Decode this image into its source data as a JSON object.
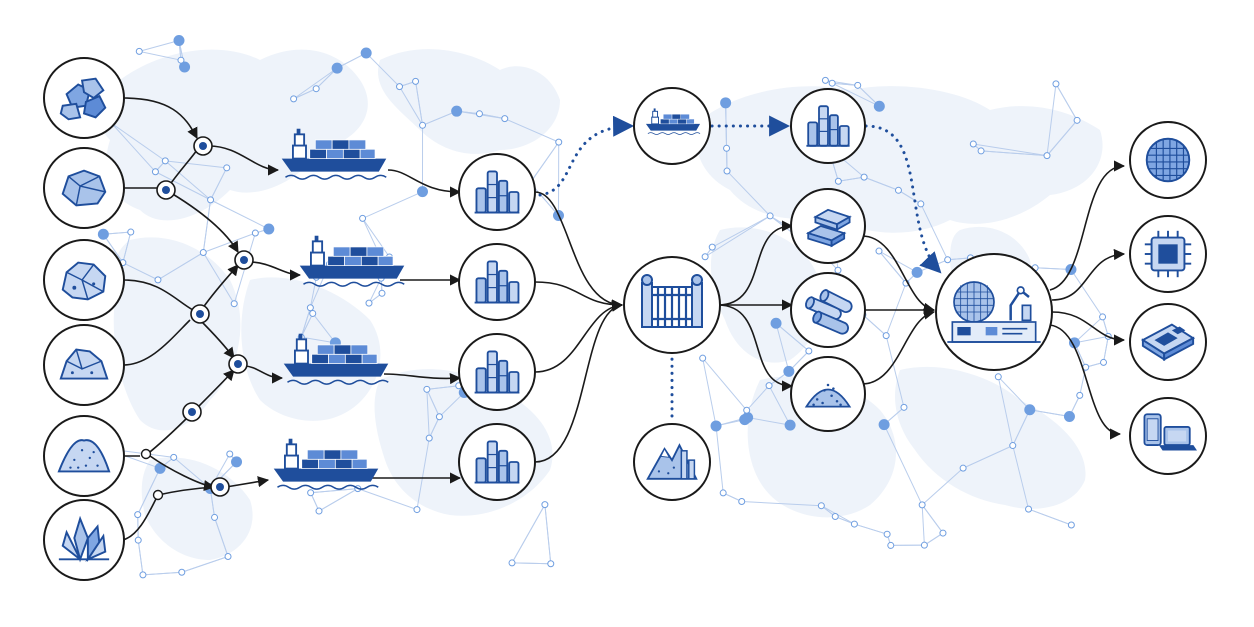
{
  "palette": {
    "primary": "#1f4e9c",
    "light": "#a9c3ea",
    "pale": "#e8eef8",
    "node_stroke": "#1a1a1a",
    "map_fill": "#eef3fa",
    "network_line": "#b9cdec",
    "network_dot": "#6f9ee0"
  },
  "raw_materials": [
    {
      "id": "ore-cluster",
      "icon": "rock-cluster-icon"
    },
    {
      "id": "ore-boulder",
      "icon": "boulder-icon"
    },
    {
      "id": "ore-chunk",
      "icon": "ore-chunk-icon"
    },
    {
      "id": "ore-rock",
      "icon": "rock-icon"
    },
    {
      "id": "sand-pile",
      "icon": "sand-pile-icon"
    },
    {
      "id": "crystal",
      "icon": "crystal-icon"
    }
  ],
  "shipping_routes": [
    {
      "icon": "cargo-ship-icon"
    },
    {
      "icon": "cargo-ship-icon"
    },
    {
      "icon": "cargo-ship-icon"
    },
    {
      "icon": "cargo-ship-icon"
    }
  ],
  "refineries": [
    {
      "icon": "refinery-icon"
    },
    {
      "icon": "refinery-icon"
    },
    {
      "icon": "refinery-icon"
    },
    {
      "icon": "refinery-icon"
    }
  ],
  "hub": {
    "icon": "gate-icon"
  },
  "hub_source": {
    "icon": "mountain-mine-icon"
  },
  "alternate_route": {
    "ship_icon": "cargo-ship-icon",
    "facility_icon": "refinery-icon"
  },
  "processed_materials": [
    {
      "icon": "ingot-stack-icon"
    },
    {
      "icon": "rod-bundle-icon"
    },
    {
      "icon": "powder-pile-icon"
    }
  ],
  "fabrication": {
    "icon": "wafer-fab-icon"
  },
  "products": [
    {
      "icon": "silicon-wafer-icon"
    },
    {
      "icon": "microchip-icon"
    },
    {
      "icon": "circuit-module-icon"
    },
    {
      "icon": "phone-laptop-icon"
    }
  ]
}
